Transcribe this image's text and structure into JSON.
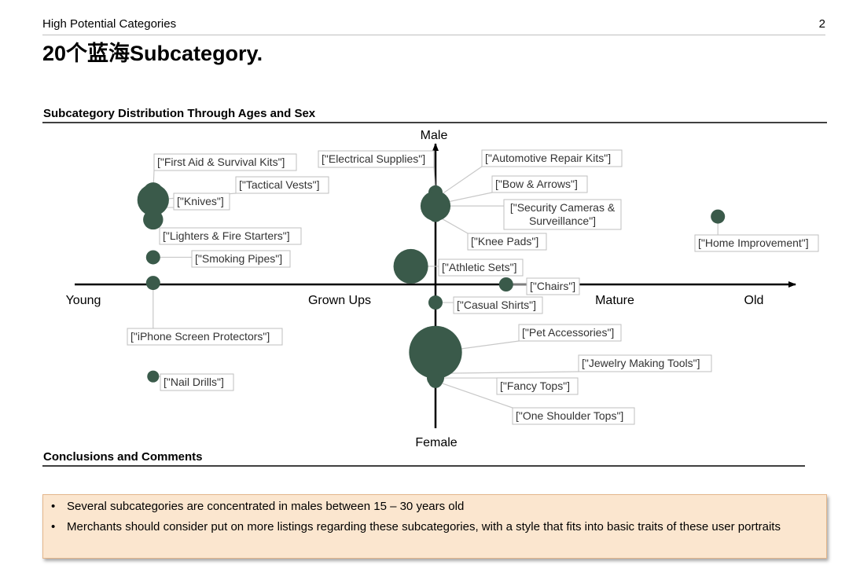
{
  "header": {
    "section": "High Potential Categories",
    "page": "2"
  },
  "title": "20个蓝海Subcategory.",
  "chart_heading": "Subcategory Distribution Through Ages and Sex",
  "conclusions_heading": "Conclusions and Comments",
  "conclusions": [
    "Several subcategories are concentrated in males between 15 – 30 years old",
    "Merchants should consider put on more listings regarding these subcategories, with a style that fits into basic traits of these user portraits"
  ],
  "colors": {
    "bubble": "#3a5a4a",
    "axis": "#000000",
    "label_border": "#bfbfbf",
    "conclusion_bg": "#fbe6cf"
  },
  "chart_data": {
    "type": "scatter",
    "title": "Subcategory Distribution Through Ages and Sex",
    "x_axis": {
      "categories": [
        "Young",
        "Grown Ups",
        "Mature",
        "Old"
      ]
    },
    "y_axis": {
      "top_label": "Male",
      "bottom_label": "Female"
    },
    "xlim": [
      -1,
      1
    ],
    "ylim": [
      -1,
      1
    ],
    "grid": false,
    "legend": "none",
    "points": [
      {
        "label": "[\"First Aid & Survival Kits\"]",
        "x": -0.8,
        "y": 0.61,
        "size": 2
      },
      {
        "label": "[\"Tactical Vests\"]",
        "x": -0.8,
        "y": 0.56,
        "size": 5
      },
      {
        "label": "[\"Knives\"]",
        "x": -0.8,
        "y": 0.51,
        "size": 2
      },
      {
        "label": "[\"Lighters & Fire Starters\"]",
        "x": -0.8,
        "y": 0.43,
        "size": 2
      },
      {
        "label": "[\"Smoking Pipes\"]",
        "x": -0.8,
        "y": 0.18,
        "size": 1
      },
      {
        "label": "[\"iPhone Screen Protectors\"]",
        "x": -0.8,
        "y": 0.01,
        "size": 1
      },
      {
        "label": "[\"Nail Drills\"]",
        "x": -0.8,
        "y": -0.61,
        "size": 0.7
      },
      {
        "label": "[\"Electrical Supplies\"]",
        "x": 0.0,
        "y": 0.61,
        "size": 1
      },
      {
        "label": "[\"Automotive Repair Kits\"]",
        "x": 0.0,
        "y": 0.57,
        "size": 1
      },
      {
        "label": "[\"Bow & Arrows\"]",
        "x": 0.0,
        "y": 0.53,
        "size": 1
      },
      {
        "label": "[\"Security Cameras & Surveillance\"]",
        "x": 0.0,
        "y": 0.52,
        "size": 4.5
      },
      {
        "label": "[\"Knee Pads\"]",
        "x": 0.0,
        "y": 0.46,
        "size": 1
      },
      {
        "label": "[\"Athletic Sets\"]",
        "x": -0.07,
        "y": 0.12,
        "size": 6
      },
      {
        "label": "[\"Chairs\"]",
        "x": 0.2,
        "y": 0.0,
        "size": 1
      },
      {
        "label": "[\"Casual Shirts\"]",
        "x": 0.0,
        "y": -0.12,
        "size": 1
      },
      {
        "label": "[\"Home Improvement\"]",
        "x": 0.8,
        "y": 0.45,
        "size": 1
      },
      {
        "label": "[\"Pet Accessories\"]",
        "x": 0.0,
        "y": -0.45,
        "size": 14
      },
      {
        "label": "[\"Jewelry Making Tools\"]",
        "x": 0.0,
        "y": -0.59,
        "size": 1.5
      },
      {
        "label": "[\"Fancy Tops\"]",
        "x": 0.0,
        "y": -0.62,
        "size": 1.5
      },
      {
        "label": "[\"One Shoulder Tops\"]",
        "x": 0.0,
        "y": -0.64,
        "size": 1
      }
    ]
  }
}
